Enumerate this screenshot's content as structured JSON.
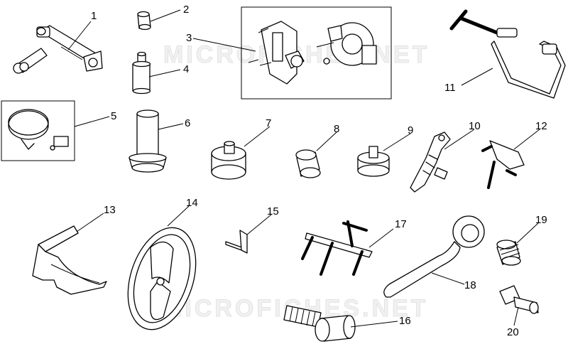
{
  "watermarks": [
    "MICROFICHES.NET",
    "MICROFICHES.NET"
  ],
  "callouts": [
    "1",
    "2",
    "3",
    "4",
    "5",
    "6",
    "7",
    "8",
    "9",
    "10",
    "11",
    "12",
    "13",
    "14",
    "15",
    "16",
    "17",
    "18",
    "19",
    "20"
  ]
}
